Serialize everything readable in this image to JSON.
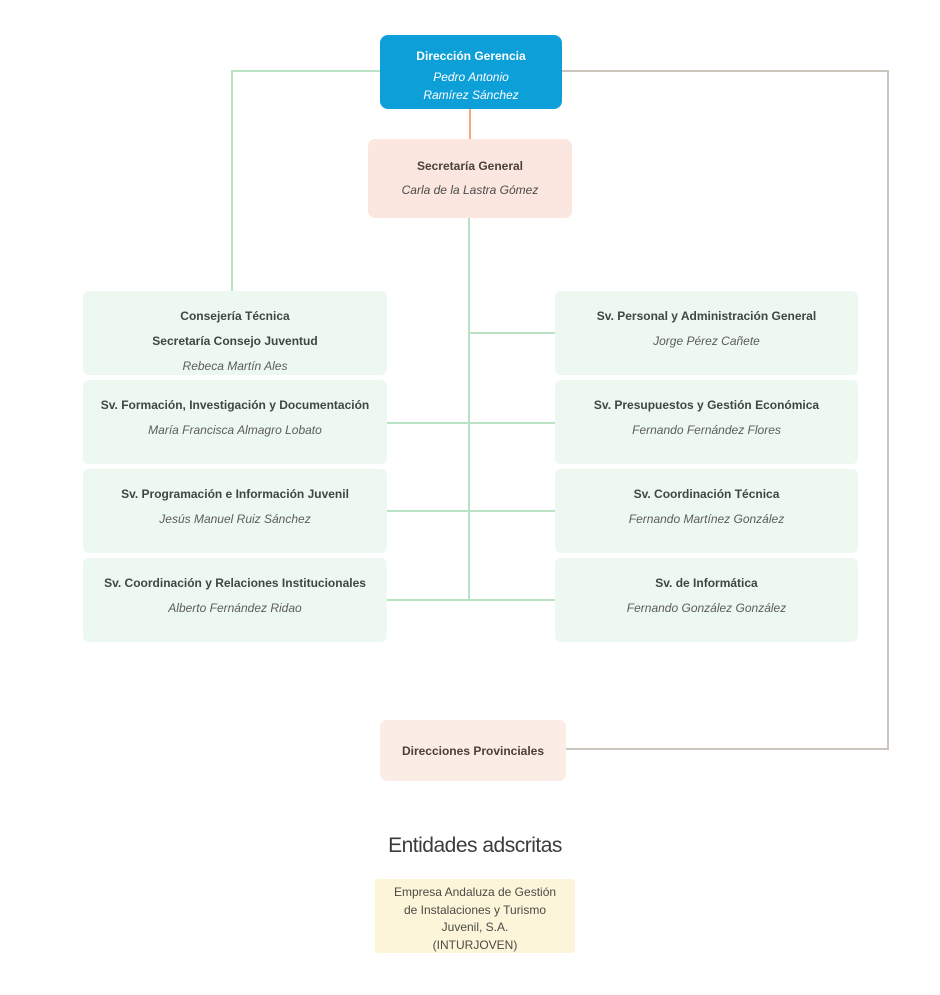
{
  "org_chart": {
    "nodes": {
      "direccion_gerencia": {
        "title": "Dirección Gerencia",
        "person": "Pedro Antonio\nRamírez Sánchez"
      },
      "secretaria_general": {
        "title": "Secretaría General",
        "person": "Carla de la Lastra Gómez"
      },
      "consejeria_tecnica": {
        "title": "Consejería Técnica\nSecretaría Consejo Juventud",
        "person": "Rebeca Martín Ales"
      },
      "formacion": {
        "title": "Sv. Formación, Investigación y Documentación",
        "person": "María Francisca Almagro Lobato"
      },
      "programacion": {
        "title": "Sv. Programación e Información Juvenil",
        "person": "Jesús Manuel Ruiz Sánchez"
      },
      "coordinacion_relaciones": {
        "title": "Sv. Coordinación y Relaciones Institucionales",
        "person": "Alberto Fernández Ridao"
      },
      "personal": {
        "title": "Sv. Personal y Administración General",
        "person": "Jorge Pérez Cañete"
      },
      "presupuestos": {
        "title": "Sv. Presupuestos y Gestión Económica",
        "person": "Fernando Fernández Flores"
      },
      "coordinacion_tecnica": {
        "title": "Sv. Coordinación Técnica",
        "person": "Fernando Martínez González"
      },
      "informatica": {
        "title": "Sv. de Informática",
        "person": "Fernando González González"
      },
      "direcciones_provinciales": {
        "title": "Direcciones Provinciales"
      }
    },
    "entities_section": {
      "heading": "Entidades adscritas",
      "entity": "Empresa Andaluza de Gestión\nde Instalaciones y Turismo\nJuvenil, S.A.\n(INTURJOVEN)"
    },
    "colors": {
      "root_box": "#0c9fd8",
      "secondary_box": "#fbe7df",
      "service_box": "#edf8f0",
      "entity_box": "#fcf5da",
      "connector_green": "#b9e3c4",
      "connector_orange": "#f8a87d",
      "connector_tan": "#ccc5be"
    }
  }
}
